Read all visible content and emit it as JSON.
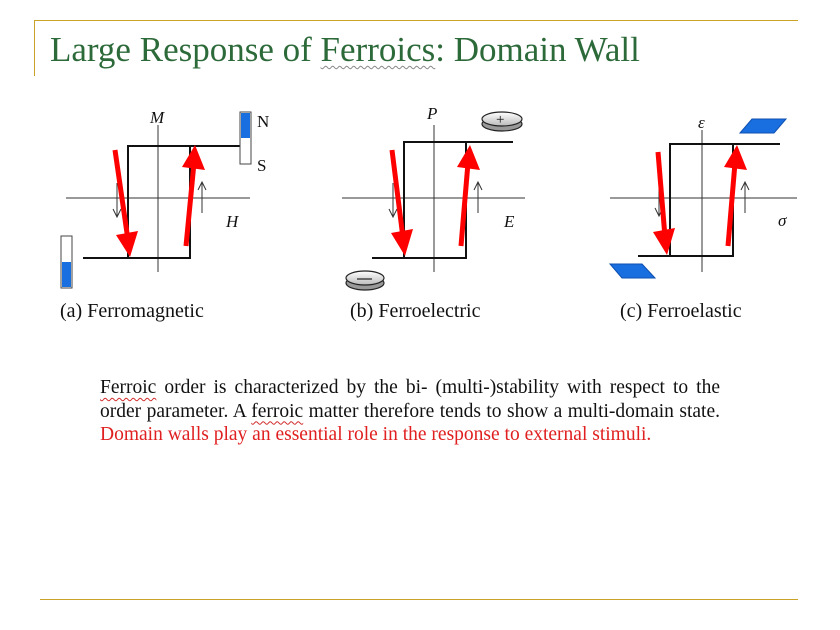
{
  "slide": {
    "title_parts": [
      "Large Response of ",
      "Ferroics",
      ": Domain Wall"
    ]
  },
  "panels": [
    {
      "id": "a",
      "caption": "(a) Ferromagnetic",
      "y_axis": "M",
      "x_axis": "H",
      "pole_top": "N",
      "pole_bottom": "S"
    },
    {
      "id": "b",
      "caption": "(b) Ferroelectric",
      "y_axis": "P",
      "x_axis": "E",
      "plus_sign": "+"
    },
    {
      "id": "c",
      "caption": "(c) Ferroelastic",
      "y_axis": "ε",
      "x_axis": "σ"
    }
  ],
  "body": {
    "p1": "Ferroic",
    "p2": " order is characterized by the bi- (multi-)stability with respect to the order parameter.  A ",
    "p3": "ferroic",
    "p4": " matter therefore tends to show a multi-domain state.  ",
    "p5": "Domain walls play an essential role in the response to external stimuli."
  },
  "colors": {
    "title": "#2d6a3a",
    "accent_line": "#c9a227",
    "arrow": "#ff0000",
    "highlight_text": "#e02020",
    "fill_blue": "#1a6fe0"
  }
}
